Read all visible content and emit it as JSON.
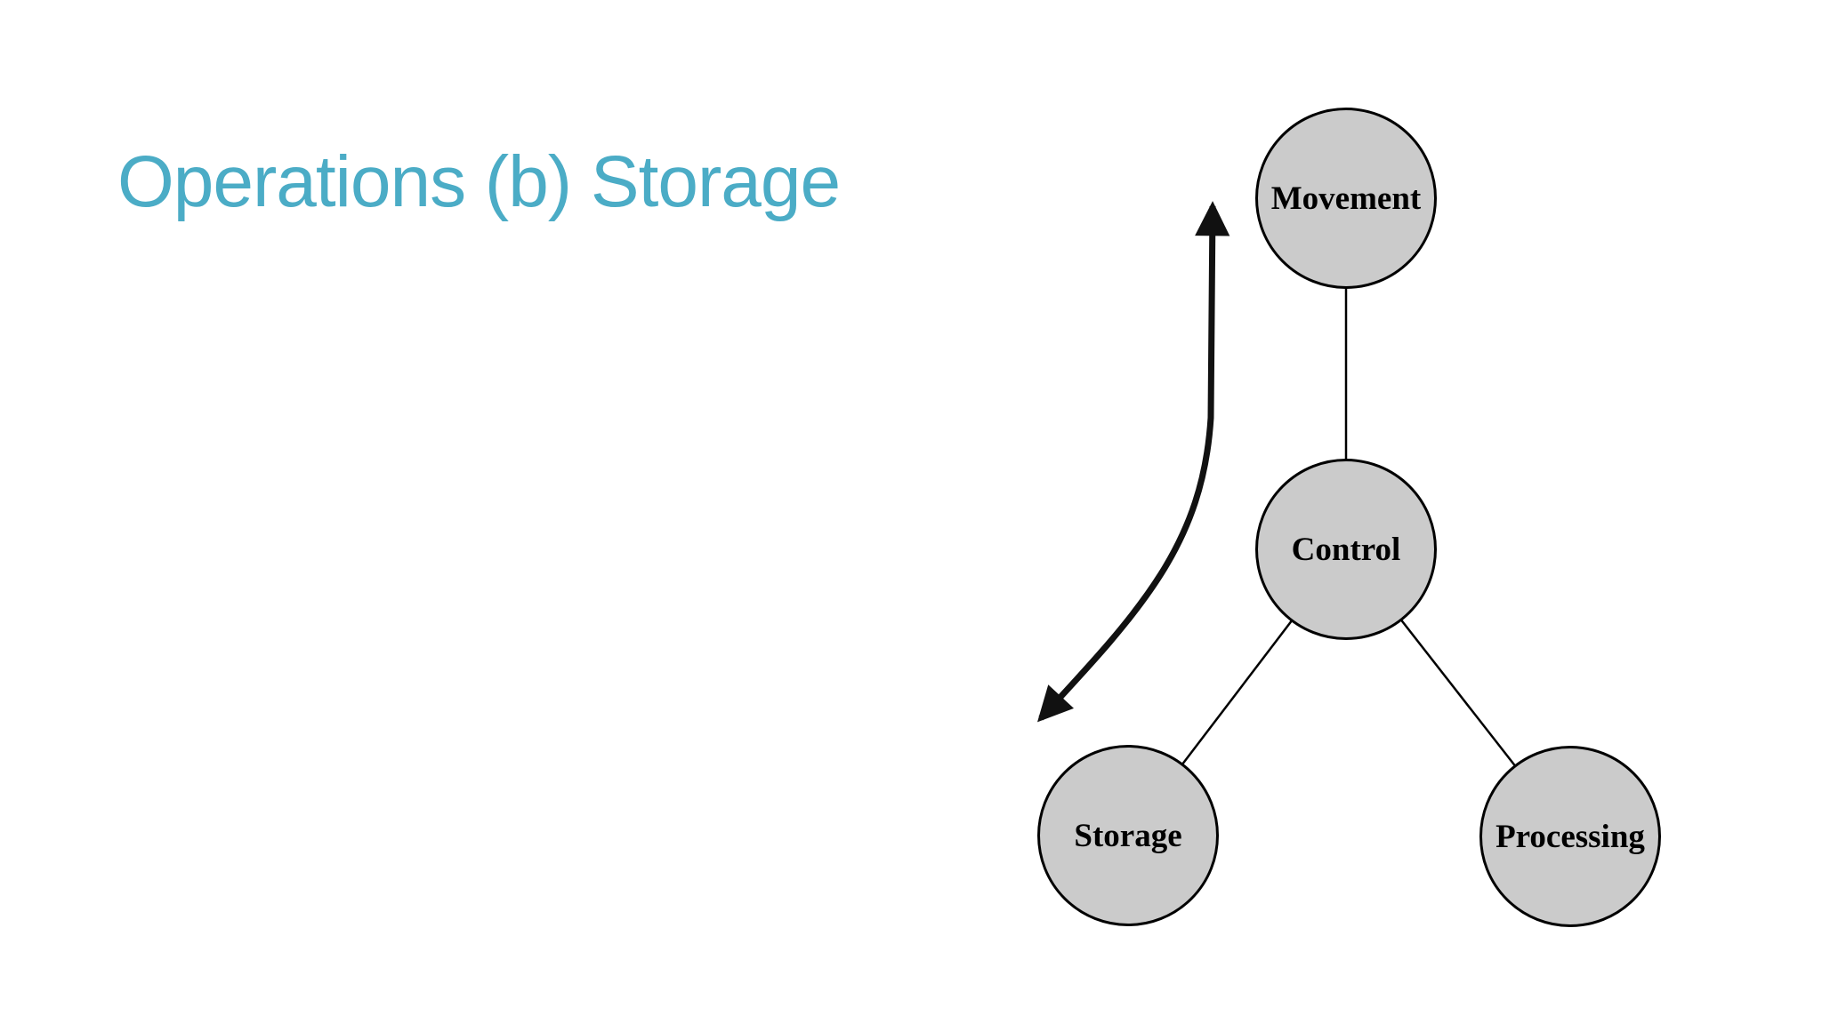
{
  "slide": {
    "title": "Operations (b) Storage"
  },
  "theme": {
    "background": "#FFFFFF",
    "title_color": "#4BACC6",
    "node_fill": "#CBCBCB",
    "node_stroke": "#000000",
    "arrow_color": "#111111"
  },
  "diagram": {
    "nodes": [
      {
        "id": "movement",
        "label": "Movement"
      },
      {
        "id": "control",
        "label": "Control"
      },
      {
        "id": "storage",
        "label": "Storage"
      },
      {
        "id": "processing",
        "label": "Processing"
      }
    ],
    "edges": [
      {
        "from": "movement",
        "to": "control"
      },
      {
        "from": "control",
        "to": "storage"
      },
      {
        "from": "control",
        "to": "processing"
      }
    ],
    "arrow": {
      "type": "double-headed-curved",
      "from": "storage",
      "to": "movement"
    }
  }
}
